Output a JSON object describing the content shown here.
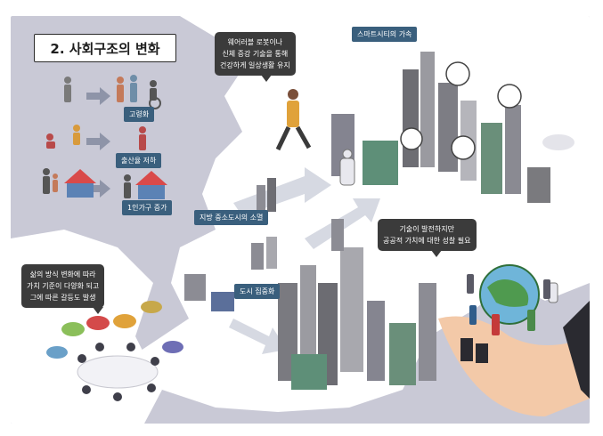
{
  "title": "2. 사회구조의 변화",
  "side_labels": {
    "aging": "고령화",
    "low_birth": "출산율 저하",
    "single_household": "1인가구 증가"
  },
  "callouts": {
    "wearable": [
      "웨어러블 로봇이나",
      "신체 증강 기술을 통해",
      "건강하게 일상생활 유지"
    ],
    "lifestyle": [
      "삶의 방식 변화에 따라",
      "가치 기준이 다양화 되고",
      "그에 따른 갈등도 발생"
    ],
    "technology": [
      "기술이 발전하지만",
      "공공적 가치에 대한 성찰 필요"
    ]
  },
  "city_labels": {
    "smart_city": "스마트시티의 가속",
    "local_city": "지방 중소도시의 소멸",
    "urban": "도시 집중화"
  },
  "colors": {
    "background": "#c9c9d6",
    "land": "#ffffff",
    "label_bg": "#3a5f7d",
    "bubble_bg": "#3b3b3b",
    "arrow": "#9aa3b8"
  }
}
